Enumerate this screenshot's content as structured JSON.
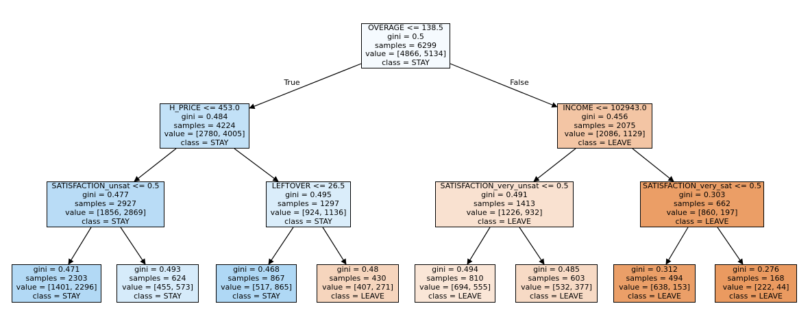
{
  "figure": {
    "type": "decision-tree",
    "background": "#ffffff",
    "class_colors": {
      "STAY": "#399de5",
      "LEAVE": "#e58139"
    }
  },
  "edge_labels": {
    "true": "True",
    "false": "False"
  },
  "nodes": [
    {
      "id": "root",
      "condition": "OVERAGE <= 138.5",
      "gini": "gini = 0.5",
      "samples": "samples = 6299",
      "value": "value = [4866, 5134]",
      "class": "class = STAY",
      "fill": "#f5fafe"
    },
    {
      "id": "h_price",
      "condition": "H_PRICE <= 453.0",
      "gini": "gini = 0.484",
      "samples": "samples = 4224",
      "value": "value = [2780, 4005]",
      "class": "class = STAY",
      "fill": "#c2e1f7"
    },
    {
      "id": "income",
      "condition": "INCOME <= 102943.0",
      "gini": "gini = 0.456",
      "samples": "samples = 2075",
      "value": "value = [2086, 1129]",
      "class": "class = LEAVE",
      "fill": "#f3c5a4"
    },
    {
      "id": "satisfaction_unsat",
      "condition": "SATISFACTION_unsat <= 0.5",
      "gini": "gini = 0.477",
      "samples": "samples = 2927",
      "value": "value = [1856, 2869]",
      "class": "class = STAY",
      "fill": "#b9dcf6"
    },
    {
      "id": "leftover",
      "condition": "LEFTOVER <= 26.5",
      "gini": "gini = 0.495",
      "samples": "samples = 1297",
      "value": "value = [924, 1136]",
      "class": "class = STAY",
      "fill": "#daedfa"
    },
    {
      "id": "satisfaction_very_unsat",
      "condition": "SATISFACTION_very_unsat <= 0.5",
      "gini": "gini = 0.491",
      "samples": "samples = 1413",
      "value": "value = [1226, 932]",
      "class": "class = LEAVE",
      "fill": "#f9e1d0"
    },
    {
      "id": "satisfaction_very_sat",
      "condition": "SATISFACTION_very_sat <= 0.5",
      "gini": "gini = 0.303",
      "samples": "samples = 662",
      "value": "value = [860, 197]",
      "class": "class = LEAVE",
      "fill": "#eb9e66"
    },
    {
      "id": "leaf-1",
      "gini": "gini = 0.471",
      "samples": "samples = 2303",
      "value": "value = [1401, 2296]",
      "class": "class = STAY",
      "fill": "#b2d9f5"
    },
    {
      "id": "leaf-2",
      "gini": "gini = 0.493",
      "samples": "samples = 624",
      "value": "value = [455, 573]",
      "class": "class = STAY",
      "fill": "#d6ebfa"
    },
    {
      "id": "leaf-3",
      "gini": "gini = 0.468",
      "samples": "samples = 867",
      "value": "value = [517, 865]",
      "class": "class = STAY",
      "fill": "#afd8f5"
    },
    {
      "id": "leaf-4",
      "gini": "gini = 0.48",
      "samples": "samples = 430",
      "value": "value = [407, 271]",
      "class": "class = LEAVE",
      "fill": "#f6d5bd"
    },
    {
      "id": "leaf-5",
      "gini": "gini = 0.494",
      "samples": "samples = 810",
      "value": "value = [694, 555]",
      "class": "class = LEAVE",
      "fill": "#fae6d7"
    },
    {
      "id": "leaf-6",
      "gini": "gini = 0.485",
      "samples": "samples = 603",
      "value": "value = [532, 377]",
      "class": "class = LEAVE",
      "fill": "#f7dac5"
    },
    {
      "id": "leaf-7",
      "gini": "gini = 0.312",
      "samples": "samples = 494",
      "value": "value = [638, 153]",
      "class": "class = LEAVE",
      "fill": "#eb9f68"
    },
    {
      "id": "leaf-8",
      "gini": "gini = 0.276",
      "samples": "samples = 168",
      "value": "value = [222, 44]",
      "class": "class = LEAVE",
      "fill": "#ea9a60"
    }
  ]
}
